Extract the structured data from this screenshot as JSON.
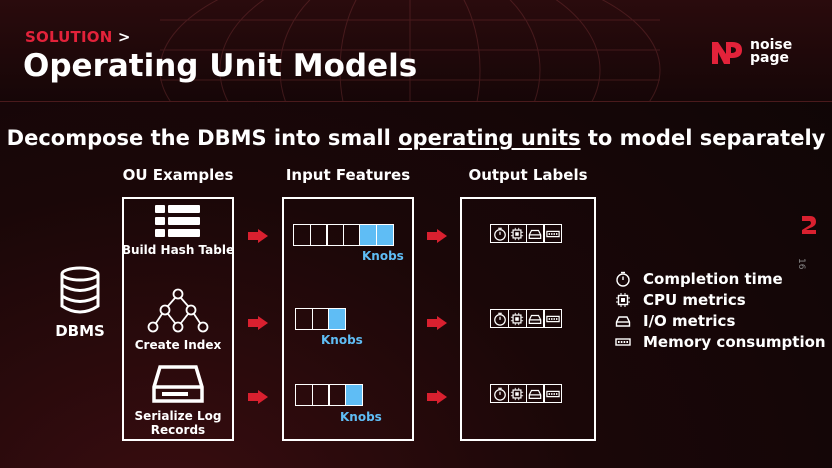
{
  "header": {
    "kicker": "SOLUTION",
    "kicker_sep": ">",
    "title": "Operating Unit Models",
    "logo_line1": "noise",
    "logo_line2": "page"
  },
  "subtitle": {
    "before": "Decompose the DBMS into small ",
    "underlined": "operating units",
    "after": " to model separately"
  },
  "columns": {
    "ou_examples": "OU Examples",
    "input_features": "Input Features",
    "output_labels": "Output Labels"
  },
  "dbms_label": "DBMS",
  "ou_items": [
    {
      "label": "Build Hash Table",
      "icon": "hash-table-icon"
    },
    {
      "label": "Create Index",
      "icon": "tree-index-icon"
    },
    {
      "label": "Serialize Log Records",
      "icon": "storage-drive-icon"
    }
  ],
  "features": [
    {
      "cells": 6,
      "knob_cells": 2,
      "knob_label": "Knobs"
    },
    {
      "cells": 3,
      "knob_cells": 1,
      "knob_label": "Knobs"
    },
    {
      "cells": 4,
      "knob_cells": 1,
      "knob_label": "Knobs"
    }
  ],
  "output_icons": [
    "stopwatch-icon",
    "cpu-icon",
    "disk-icon",
    "memory-icon"
  ],
  "legend": [
    {
      "icon": "stopwatch-icon",
      "label": "Completion time"
    },
    {
      "icon": "cpu-icon",
      "label": "CPU metrics"
    },
    {
      "icon": "disk-icon",
      "label": "I/O metrics"
    },
    {
      "icon": "memory-icon",
      "label": "Memory consumption"
    }
  ],
  "page_number": "16",
  "colors": {
    "accent": "#e3223a",
    "knob": "#5fbdf5",
    "arrow": "#d9202f"
  }
}
